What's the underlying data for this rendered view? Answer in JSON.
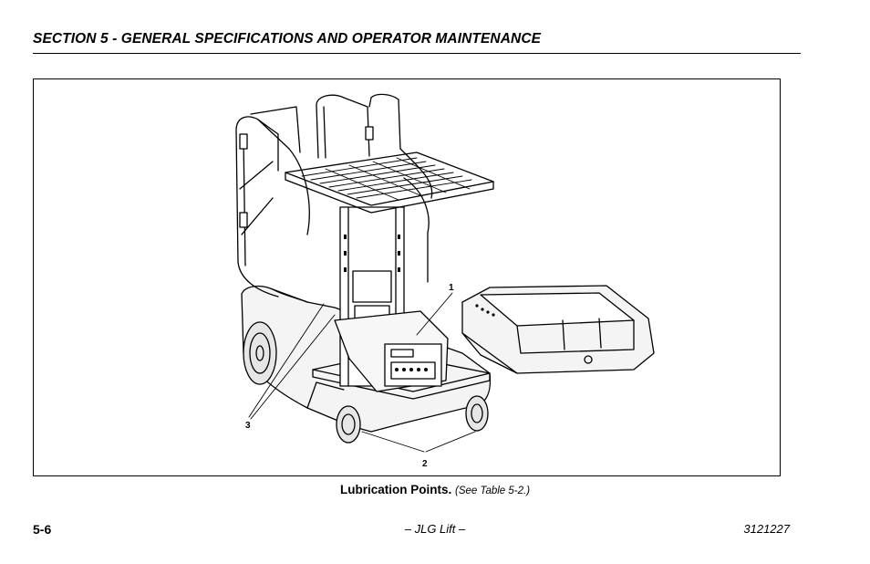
{
  "header": {
    "section_title": "SECTION 5 - GENERAL SPECIFICATIONS AND OPERATOR MAINTENANCE"
  },
  "figure": {
    "callouts": [
      "1",
      "2",
      "3"
    ]
  },
  "caption": {
    "title": "Lubrication Points.",
    "reference": "(See Table 5-2.)"
  },
  "footer": {
    "page_number": "5-6",
    "center_text": "– JLG Lift –",
    "doc_number": "3121227"
  }
}
